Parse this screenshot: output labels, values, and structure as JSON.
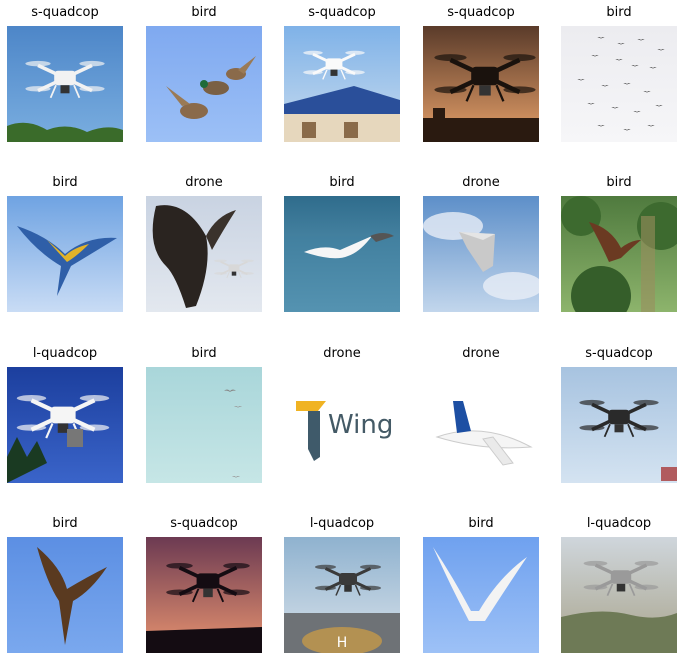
{
  "grid": {
    "items": [
      {
        "label": "s-quadcop",
        "subject": "white-quadcopter-drone",
        "bg": [
          "#4d86c8",
          "#7aaee0"
        ]
      },
      {
        "label": "bird",
        "subject": "flying-ducks",
        "bg": [
          "#7fa9f0",
          "#9cc0f6"
        ]
      },
      {
        "label": "s-quadcop",
        "subject": "white-drone-over-house-roof",
        "bg": [
          "#7fb2e8",
          "#c9dcee"
        ]
      },
      {
        "label": "s-quadcop",
        "subject": "drone-silhouette-at-sunset",
        "bg": [
          "#5a3b2a",
          "#e7a16a"
        ]
      },
      {
        "label": "bird",
        "subject": "flock-of-birds",
        "bg": [
          "#ececf0",
          "#f6f6f8"
        ]
      },
      {
        "label": "bird",
        "subject": "macaw-parrot-flying",
        "bg": [
          "#6fa3e2",
          "#c9dcf5"
        ]
      },
      {
        "label": "drone",
        "subject": "eagle-attacking-drone",
        "bg": [
          "#c9d3e2",
          "#e3e8ef"
        ]
      },
      {
        "label": "bird",
        "subject": "seagull-over-water",
        "bg": [
          "#2f6c8c",
          "#6aa6c2"
        ]
      },
      {
        "label": "drone",
        "subject": "fixed-wing-drone-in-sky",
        "bg": [
          "#5d8fc9",
          "#c2d6ec"
        ]
      },
      {
        "label": "bird",
        "subject": "kite-bird-over-forest",
        "bg": [
          "#4f7a3e",
          "#8db46c"
        ]
      },
      {
        "label": "l-quadcop",
        "subject": "large-quadcopter-with-camera",
        "bg": [
          "#1c3f9e",
          "#3a64c9"
        ]
      },
      {
        "label": "bird",
        "subject": "birds-in-pale-sky",
        "bg": [
          "#a9d6da",
          "#c6e6e6"
        ]
      },
      {
        "label": "drone",
        "subject": "wing-logo",
        "logo_text": "Wing",
        "bg": [
          "#ffffff",
          "#ffffff"
        ]
      },
      {
        "label": "drone",
        "subject": "toy-airplane",
        "bg": [
          "#ffffff",
          "#ffffff"
        ]
      },
      {
        "label": "s-quadcop",
        "subject": "black-drone-in-sky",
        "bg": [
          "#a7c3e0",
          "#d4e3f1"
        ]
      },
      {
        "label": "bird",
        "subject": "hawk-flying",
        "bg": [
          "#5c8fe3",
          "#7aa8ee"
        ]
      },
      {
        "label": "s-quadcop",
        "subject": "drone-at-dusk",
        "bg": [
          "#6c3a52",
          "#e89470"
        ]
      },
      {
        "label": "l-quadcop",
        "subject": "drone-over-helipad",
        "bg": [
          "#8fb2cf",
          "#d9e2ea"
        ]
      },
      {
        "label": "bird",
        "subject": "seagull-wings-spread",
        "bg": [
          "#6fa1ef",
          "#9dc1f6"
        ]
      },
      {
        "label": "l-quadcop",
        "subject": "drone-over-hills",
        "bg": [
          "#cfd6dc",
          "#a9a48c"
        ]
      }
    ]
  }
}
